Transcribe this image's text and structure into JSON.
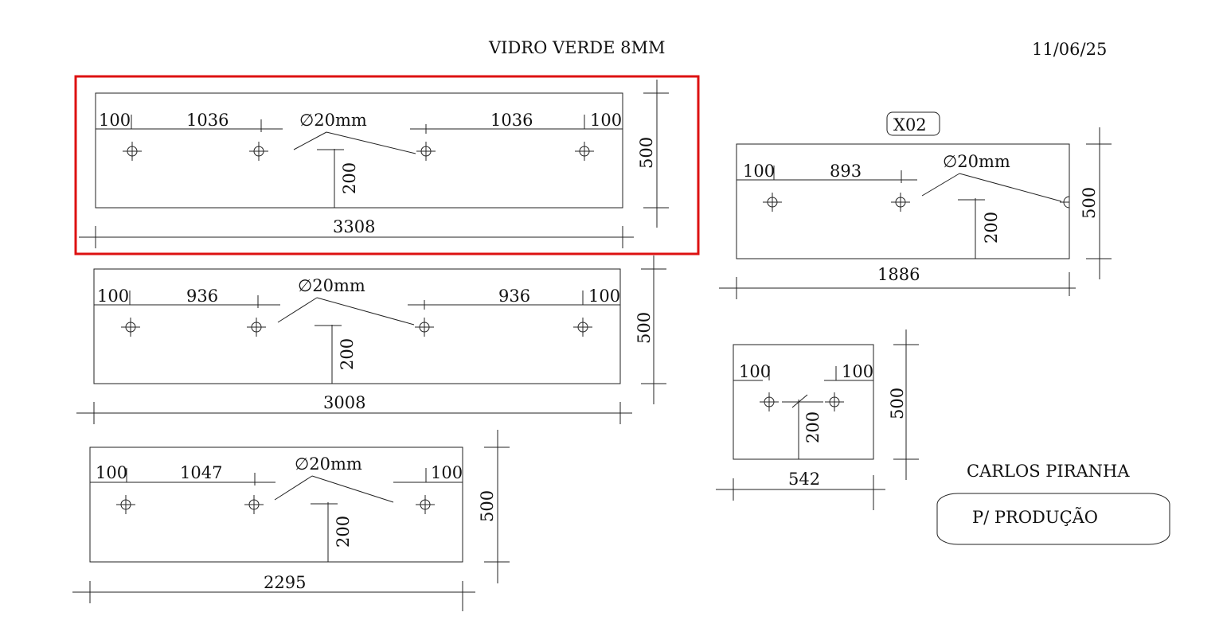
{
  "header": {
    "material": "VIDRO VERDE 8MM",
    "date": "11/06/25"
  },
  "hole_label": "∅20mm",
  "panels": {
    "p1": {
      "width": "3308",
      "height": "500",
      "edge_left": "100",
      "span_left": "1036",
      "span_right": "1036",
      "edge_right": "100",
      "hole_depth": "200"
    },
    "p2": {
      "width": "3008",
      "height": "500",
      "edge_left": "100",
      "span_left": "936",
      "span_right": "936",
      "edge_right": "100",
      "hole_depth": "200"
    },
    "p3": {
      "width": "2295",
      "height": "500",
      "edge_left": "100",
      "span_left": "1047",
      "edge_right": "100",
      "hole_depth": "200"
    },
    "p4": {
      "tag": "X02",
      "width": "1886",
      "height": "500",
      "edge_left": "100",
      "span_left": "893",
      "hole_depth": "200"
    },
    "p5": {
      "width": "542",
      "height": "500",
      "edge_left": "100",
      "edge_right": "100",
      "hole_depth": "200"
    }
  },
  "footer": {
    "client": "CARLOS PIRANHA",
    "note": "P/ PRODUÇÃO"
  },
  "colors": {
    "highlight": "#dd1111",
    "line": "#222222"
  }
}
